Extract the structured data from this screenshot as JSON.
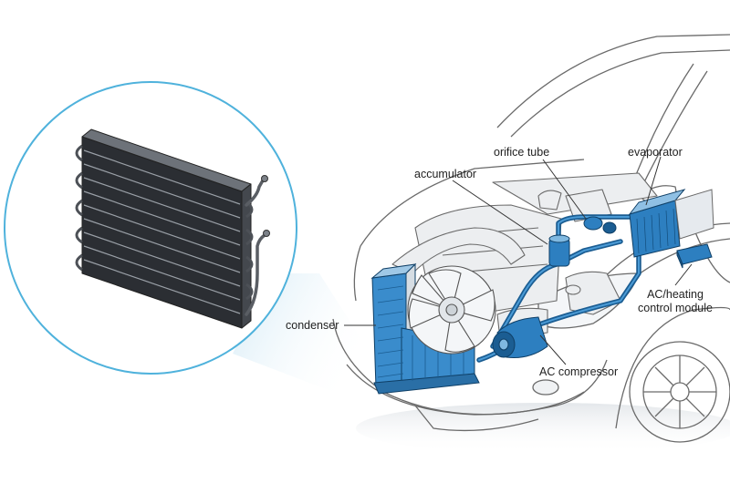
{
  "labels": {
    "orifice_tube": "orifice tube",
    "evaporator": "evaporator",
    "accumulator": "accumulator",
    "condenser": "condenser",
    "control_module_line1": "AC/heating",
    "control_module_line2": "control module",
    "compressor": "AC compressor"
  },
  "colors": {
    "ac_blue": "#2d7fc0",
    "ac_blue_dark": "#1b5d92",
    "circle_ring": "#4fb2dc",
    "outline": "#555555"
  },
  "icons": {
    "detail_view": "condenser-detail-icon"
  }
}
